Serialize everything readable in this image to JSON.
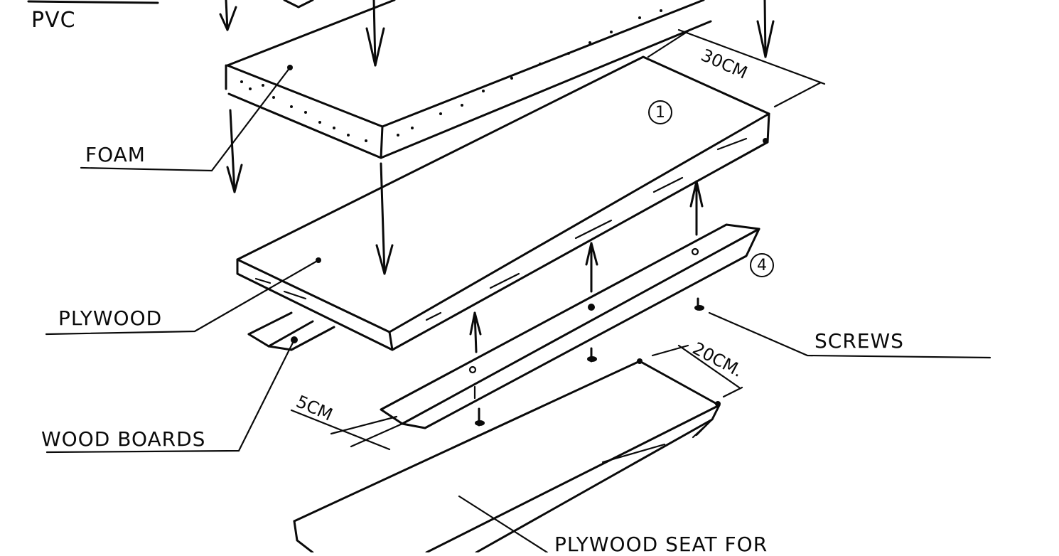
{
  "diagram": {
    "type": "exploded-assembly-sketch",
    "style": "hand-drawn ink on paper",
    "colors": {
      "ink": "#0a0a0a",
      "paper": "#ffffff"
    },
    "labels": {
      "pvc": "PVC",
      "foam": "FOAM",
      "plywood": "PLYWOOD",
      "wood_boards": "WOOD BOARDS",
      "screws": "SCREWS",
      "plywood_seat": "PLYWOOD SEAT   FOR"
    },
    "dimensions": {
      "width_top": "30CM",
      "width_bottom": "20CM.",
      "strip_width": "5CM"
    },
    "part_numbers": {
      "plywood_board": "1",
      "wood_strip": "4"
    }
  }
}
